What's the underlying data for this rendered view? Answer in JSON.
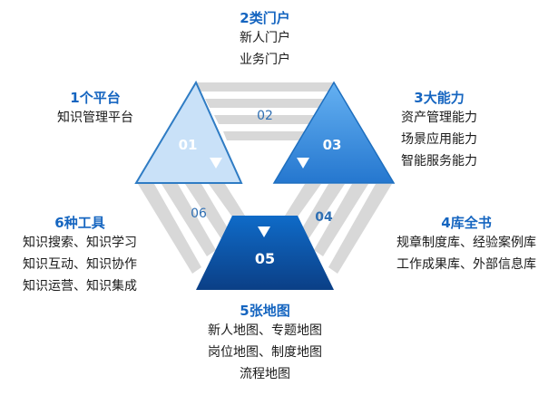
{
  "colors": {
    "stripe": "#d8d8d8",
    "title": "#1565c0",
    "tri01_fill": "#c9e1f8",
    "tri01_stroke": "#2f7cc4",
    "tri03_top": "#65b1f2",
    "tri03_bottom": "#2577cf",
    "tri05_top": "#0f6bc8",
    "tri05_bottom": "#0b3f86"
  },
  "segments": {
    "s01": "01",
    "s02": "02",
    "s03": "03",
    "s04": "04",
    "s05": "05",
    "s06": "06"
  },
  "blocks": {
    "top": {
      "title": "2类门户",
      "lines": [
        "新人门户",
        "业务门户"
      ]
    },
    "upper_left": {
      "title": "1个平台",
      "lines": [
        "知识管理平台"
      ]
    },
    "upper_right": {
      "title": "3大能力",
      "lines": [
        "资产管理能力",
        "场景应用能力",
        "智能服务能力"
      ]
    },
    "lower_left": {
      "title": "6种工具",
      "lines": [
        "知识搜索、知识学习",
        "知识互动、知识协作",
        "知识运营、知识集成"
      ]
    },
    "lower_right": {
      "title": "4库全书",
      "lines": [
        "规章制度库、经验案例库",
        "工作成果库、外部信息库"
      ]
    },
    "bottom": {
      "title": "5张地图",
      "lines": [
        "新人地图、专题地图",
        "岗位地图、制度地图",
        "流程地图"
      ]
    }
  }
}
